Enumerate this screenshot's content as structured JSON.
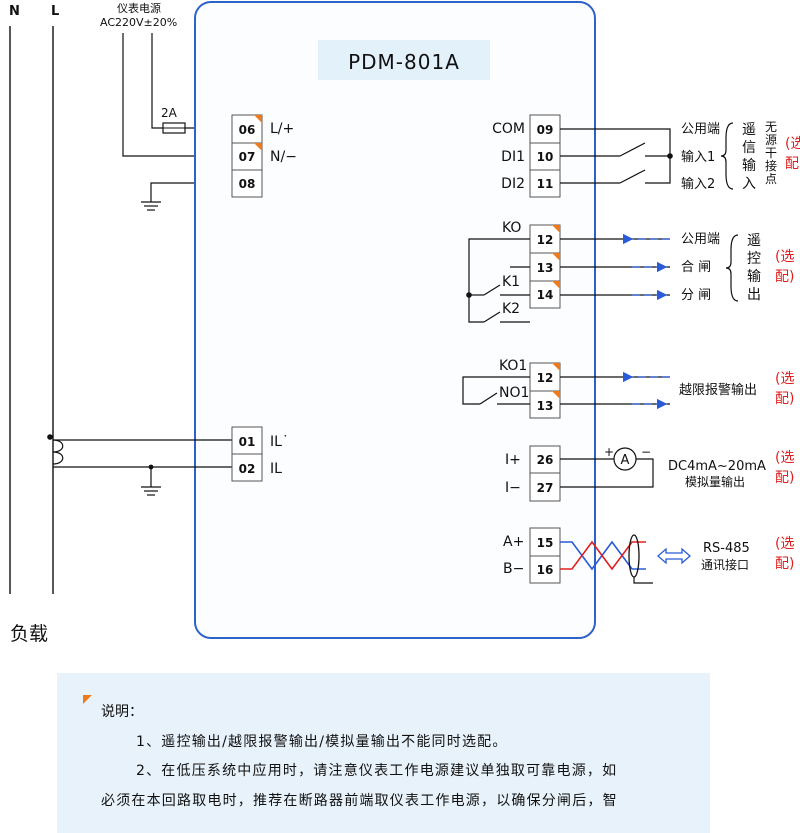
{
  "title": "PDM-801A",
  "lines": {
    "n": "N",
    "l": "L",
    "load": "负载"
  },
  "power": {
    "title": "仪表电源",
    "spec": "AC220V±20%",
    "fuse": "2A"
  },
  "terminals_left": [
    {
      "num": "06",
      "label": "L/+"
    },
    {
      "num": "07",
      "label": "N/−"
    },
    {
      "num": "08",
      "label": ""
    },
    {
      "num": "01",
      "label": "IL˙"
    },
    {
      "num": "02",
      "label": "IL"
    }
  ],
  "signal_input": {
    "terminals": [
      {
        "num": "09",
        "label": "COM"
      },
      {
        "num": "10",
        "label": "DI1"
      },
      {
        "num": "11",
        "label": "DI2"
      }
    ],
    "items": [
      "公用端",
      "输入1",
      "输入2"
    ],
    "group": "遥信输入",
    "sub": "无源干接点",
    "option": "选配"
  },
  "remote_control": {
    "terminals": [
      {
        "num": "12",
        "label": "KO"
      },
      {
        "num": "13",
        "label": "K1"
      },
      {
        "num": "14",
        "label": "K2"
      }
    ],
    "items": [
      "公用端",
      "合 闸",
      "分 闸"
    ],
    "group": "遥控输出",
    "option": "选配"
  },
  "alarm": {
    "terminals": [
      {
        "num": "12",
        "label": "KO1"
      },
      {
        "num": "13",
        "label": "NO1"
      }
    ],
    "label": "越限报警输出",
    "option": "选配"
  },
  "analog": {
    "terminals": [
      {
        "num": "26",
        "label": "I+"
      },
      {
        "num": "27",
        "label": "I−"
      }
    ],
    "meter": "A",
    "plus": "+",
    "minus": "−",
    "label1": "DC4mA~20mA",
    "label2": "模拟量输出",
    "option": "选配"
  },
  "rs485": {
    "terminals": [
      {
        "num": "15",
        "label": "A+"
      },
      {
        "num": "16",
        "label": "B−"
      }
    ],
    "label1": "RS-485",
    "label2": "通讯接口",
    "option": "选配"
  },
  "notes": {
    "title": "说明：",
    "line1": "1、遥控输出/越限报警输出/模拟量输出不能同时选配。",
    "line2": "2、在低压系统中应用时，请注意仪表工作电源建议单独取可靠电源，如",
    "line3": "必须在本回路取电时，推荐在断路器前端取仪表工作电源，以确保分闸后，智"
  },
  "colors": {
    "frame": "#2d62c8",
    "accent": "#f07a1a",
    "arrow": "#2a5bd7",
    "option": "#e02020",
    "rs_blue": "#2a5bd7",
    "rs_red": "#e02020",
    "note_bg": "#e7f2fb"
  }
}
